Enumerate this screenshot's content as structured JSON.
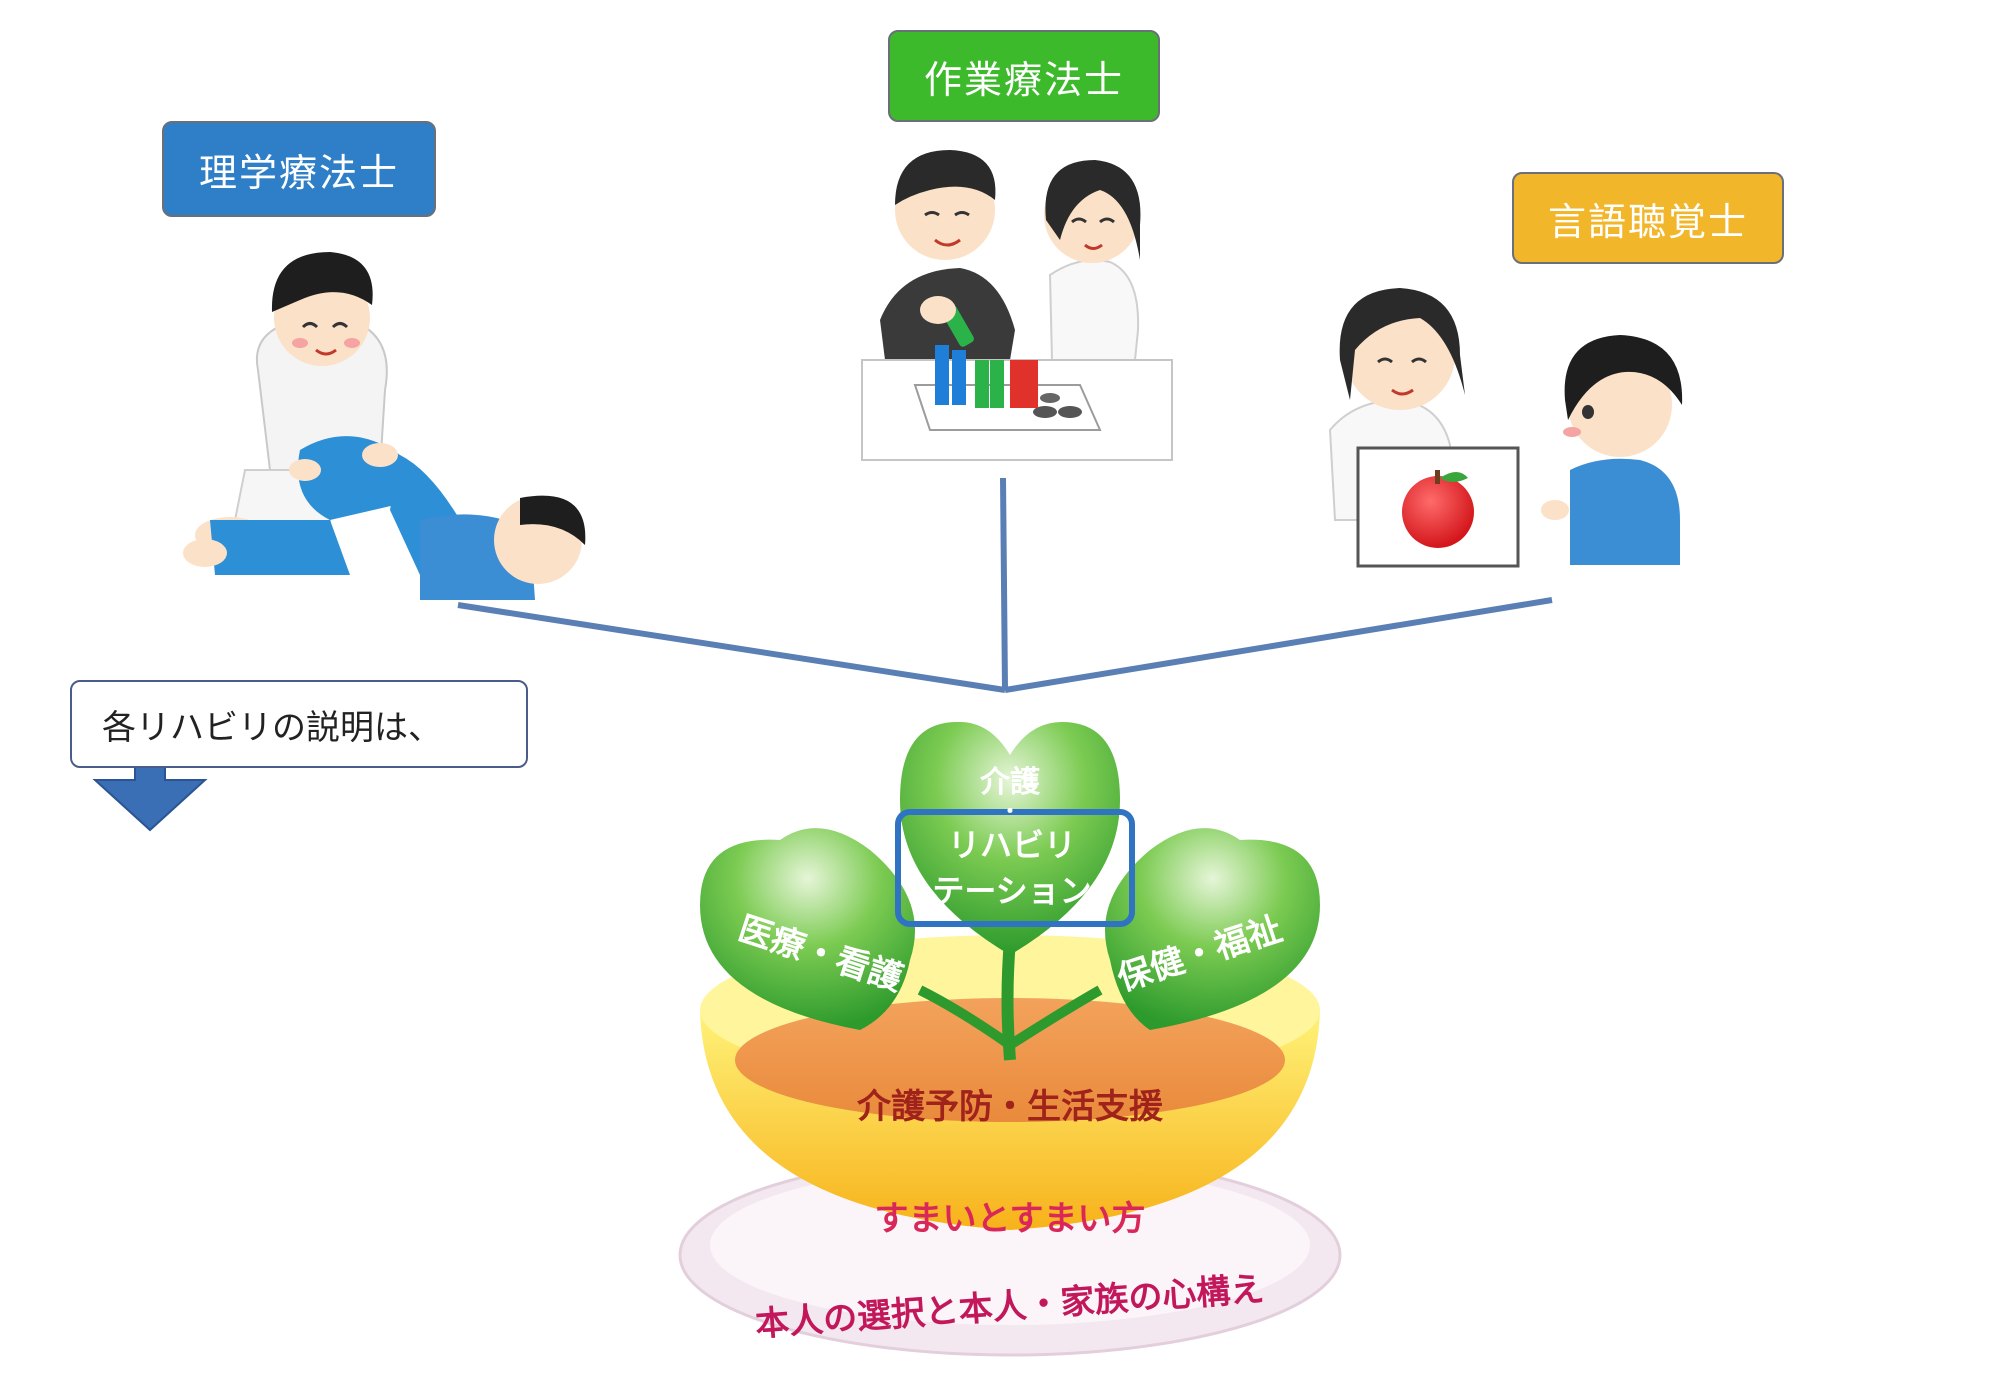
{
  "roles": {
    "pt": "理学療法士",
    "ot": "作業療法士",
    "st": "言語聴覚士"
  },
  "note": {
    "text": "各リハビリの説明は、"
  },
  "plant": {
    "leaf_top_line1": "介護",
    "leaf_top_dot": "・",
    "leaf_top_line2": "リハビリ",
    "leaf_top_line3": "テーション",
    "leaf_left": "医療・看護",
    "leaf_right": "保健・福祉",
    "soil": "介護予防・生活支援",
    "pot": "すまいとすまい方",
    "saucer": "本人の選択と本人・家族の心構え"
  },
  "colors": {
    "pt": "#2f7fc8",
    "ot": "#3cba2b",
    "st": "#f2b62a",
    "connector": "#5a7fb5",
    "highlight": "#2f73c2"
  }
}
